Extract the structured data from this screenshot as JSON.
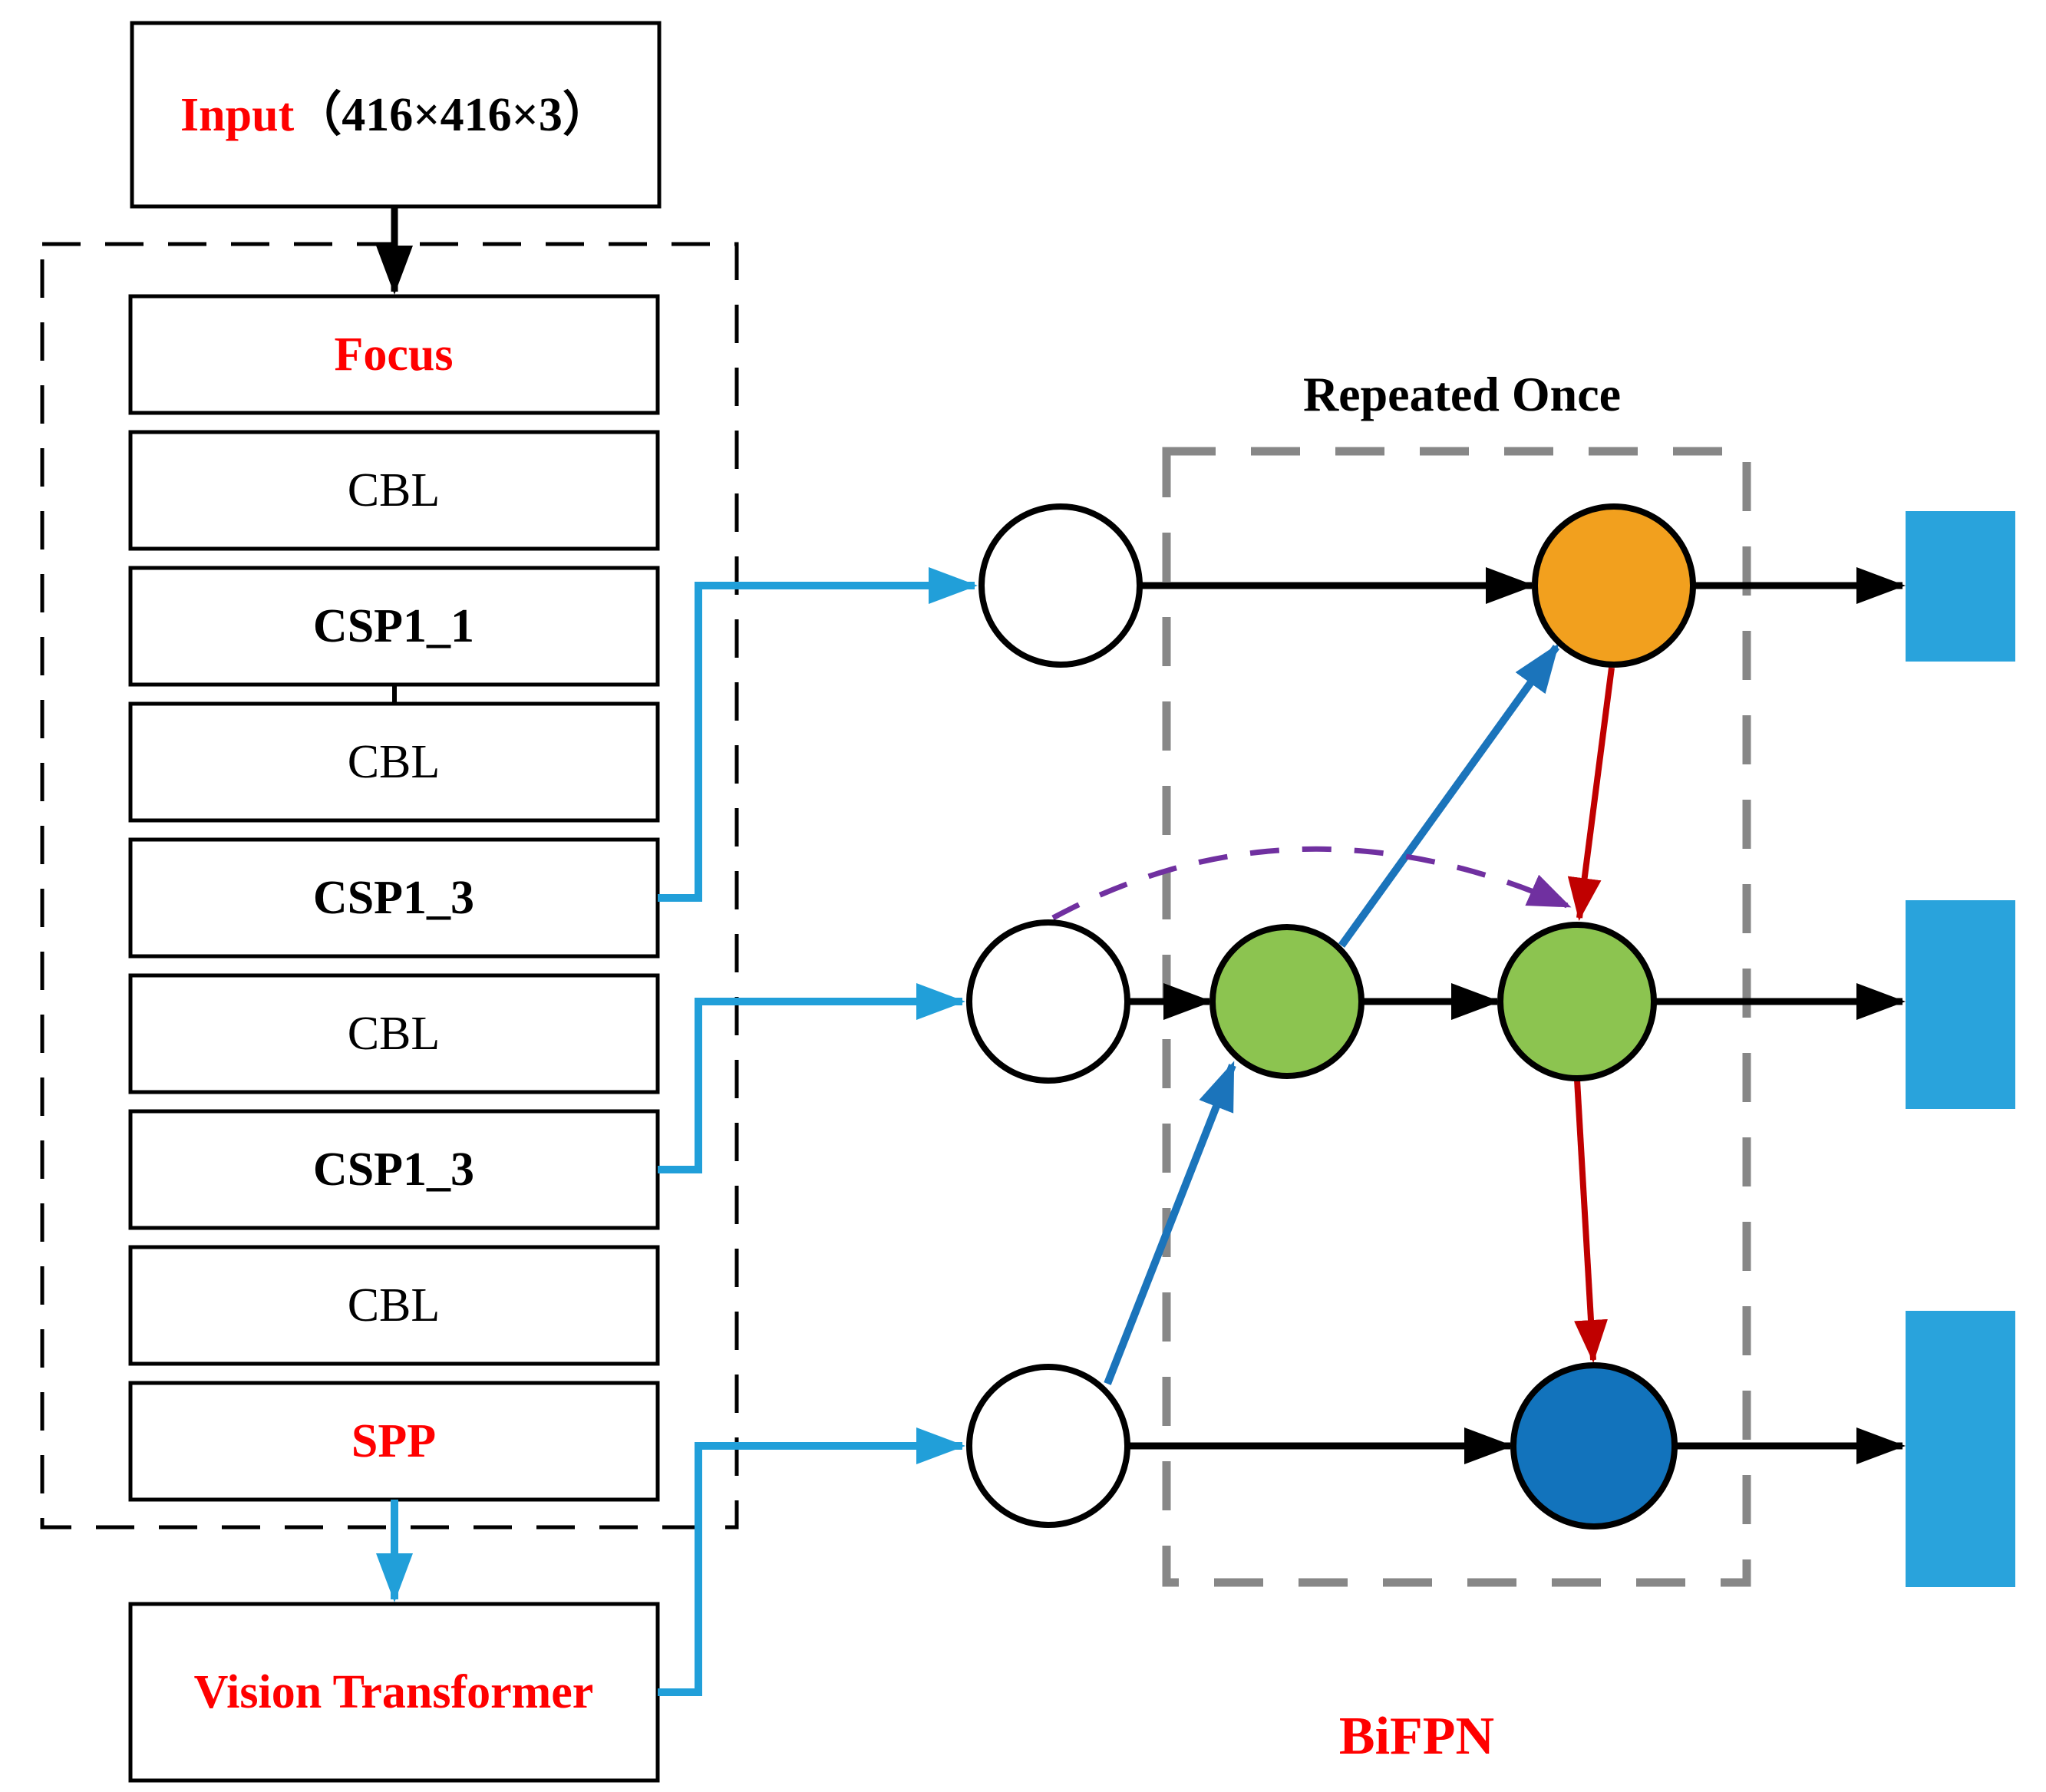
{
  "colors": {
    "red_text": "#FF0000",
    "dark_red": "#C00000",
    "cyan": "#219FD9",
    "royal_blue": "#1B74BB",
    "node_blue": "#1273BC",
    "orange": "#F2A01E",
    "green": "#8CC450",
    "purple": "#7030A0",
    "gray": "#878787",
    "rect_blue": "#29A3DC",
    "black": "#000000",
    "white": "#FFFFFF"
  },
  "backbone": {
    "input_word": "Input",
    "input_dims": "（416×416×3）",
    "blocks": [
      {
        "label": "Focus"
      },
      {
        "label": "CBL"
      },
      {
        "label": "CSP1_1"
      },
      {
        "label": "CBL"
      },
      {
        "label": "CSP1_3"
      },
      {
        "label": "CBL"
      },
      {
        "label": "CSP1_3"
      },
      {
        "label": "CBL"
      },
      {
        "label": "SPP"
      }
    ],
    "vit_label": "Vision Transformer"
  },
  "bifpn": {
    "repeated_label": "Repeated Once",
    "name_label": "BiFPN",
    "nodes": [
      {
        "name": "top-input-node",
        "fill": "white"
      },
      {
        "name": "mid-input-node",
        "fill": "white"
      },
      {
        "name": "bottom-input-node",
        "fill": "white"
      },
      {
        "name": "top-fused-node",
        "fill": "orange"
      },
      {
        "name": "mid-intermediate-node",
        "fill": "green"
      },
      {
        "name": "mid-fused-node",
        "fill": "green"
      },
      {
        "name": "bottom-fused-node",
        "fill": "blue"
      }
    ],
    "outputs": [
      {
        "name": "output-small-feature-map"
      },
      {
        "name": "output-medium-feature-map"
      },
      {
        "name": "output-large-feature-map"
      }
    ]
  }
}
